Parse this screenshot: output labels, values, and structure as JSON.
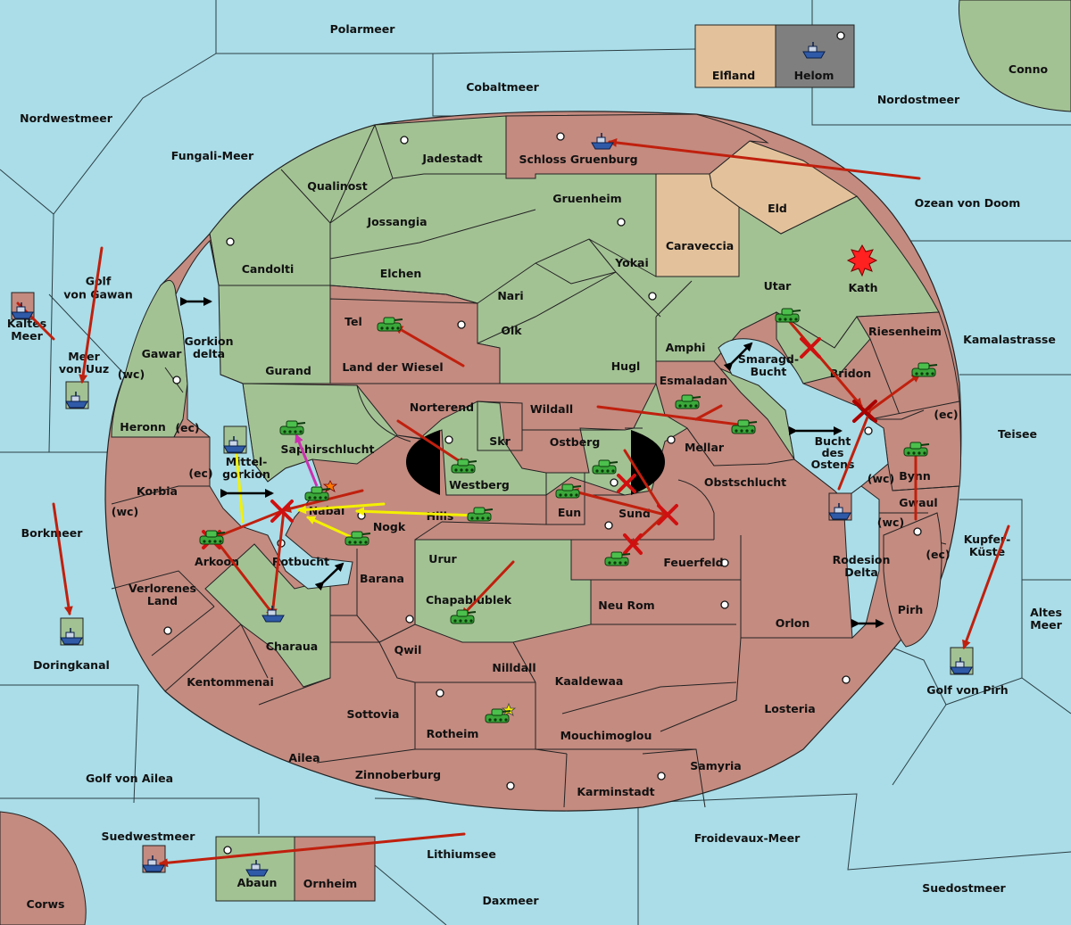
{
  "colors": {
    "sea": "#aadde8",
    "green": "#a3c294",
    "red": "#c48b80",
    "tan": "#e3c29b",
    "gray": "#7f7f7f",
    "border": "#222222",
    "arrow_red": "#c0200e",
    "arrow_yellow": "#f4f000",
    "arrow_magenta": "#cc30b0",
    "tank": "#3aa83a",
    "fleet": "#2f5aa8"
  },
  "legend_boxes": [
    {
      "label": "Elfland",
      "color": "tan"
    },
    {
      "label": "Helom",
      "color": "gray"
    }
  ],
  "sea_labels": {
    "polarmeer": "Polarmeer",
    "cobaltmeer": "Cobaltmeer",
    "conno": "Conno",
    "nordostmeer": "Nordostmeer",
    "nordwestmeer": "Nordwestmeer",
    "fungali": "Fungali-Meer",
    "ozean": "Ozean von Doom",
    "golf_gawan": "Golf von Gawan",
    "kaltes": "Kaltes Meer",
    "meer_uuz": "Meer von Uuz",
    "kamalastrasse": "Kamalastrasse",
    "teisee": "Teisee",
    "borkmeer": "Borkmeer",
    "kupfer": "Kupfer-Küste",
    "altes": "Altes Meer",
    "doringkanal": "Doringkanal",
    "golf_pirh": "Golf von Pirh",
    "golf_ailea": "Golf von Ailea",
    "suedwestmeer": "Suedwestmeer",
    "lithiumsee": "Lithiumsee",
    "froidevaux": "Froidevaux-Meer",
    "suedostmeer": "Suedostmeer",
    "daxmeer": "Daxmeer",
    "corws": "Corws",
    "gorkion_delta": "Gorkion delta",
    "mittelgorkion": "Mittel-gorkion",
    "rotbucht": "Rotbucht",
    "smaragd": "Smaragd-Bucht",
    "bucht_ostens": "Bucht des Ostens",
    "rodesion": "Rodesion Delta"
  },
  "land_labels": {
    "jadestadt": "Jadestadt",
    "schloss": "Schloss Gruenburg",
    "qualinost": "Qualinost",
    "gruenheim": "Gruenheim",
    "eld": "Eld",
    "jossangia": "Jossangia",
    "caraveccia": "Caraveccia",
    "candolti": "Candolti",
    "yokai": "Yokai",
    "elchen": "Elchen",
    "nari": "Nari",
    "utar": "Utar",
    "kath": "Kath",
    "tel": "Tel",
    "olk": "Olk",
    "riesenheim": "Riesenheim",
    "gawar": "Gawar",
    "amphi": "Amphi",
    "land_wiesel": "Land der Wiesel",
    "hugl": "Hugl",
    "gurand": "Gurand",
    "bridon": "Bridon",
    "esmaladan": "Esmaladan",
    "norterend": "Norterend",
    "wildall": "Wildall",
    "heronn": "Heronn",
    "skr": "Skr",
    "ostberg": "Ostberg",
    "mellar": "Mellar",
    "saphir": "Saphirschlucht",
    "westberg": "Westberg",
    "korbia": "Korbia",
    "obstschlucht": "Obstschlucht",
    "bynn": "Bynn",
    "eun": "Eun",
    "sund": "Sund",
    "nabai": "Nabai",
    "hills": "Hills",
    "nogk": "Nogk",
    "gwaul": "Gwaul",
    "arkoon": "Arkoon",
    "urur": "Urur",
    "feuerfeld": "Feuerfeld",
    "barana": "Barana",
    "verlorenes": "Verlorenes Land",
    "chapablublek": "Chapablublek",
    "neu_rom": "Neu Rom",
    "pirh": "Pirh",
    "orlon": "Orlon",
    "charaua": "Charaua",
    "qwil": "Qwil",
    "nilldall": "Nilldall",
    "kaaldewaa": "Kaaldewaa",
    "kentommenai": "Kentommenai",
    "sottovia": "Sottovia",
    "losteria": "Losteria",
    "rotheim": "Rotheim",
    "mouchimoglou": "Mouchimoglou",
    "ailea": "Ailea",
    "samyria": "Samyria",
    "zinnoberburg": "Zinnoberburg",
    "karminstadt": "Karminstadt",
    "abaun": "Abaun",
    "ornheim": "Ornheim"
  },
  "coast_labels": {
    "wc": "(wc)",
    "ec": "(ec)"
  },
  "units": {
    "armies": 17,
    "fleets": 10
  }
}
